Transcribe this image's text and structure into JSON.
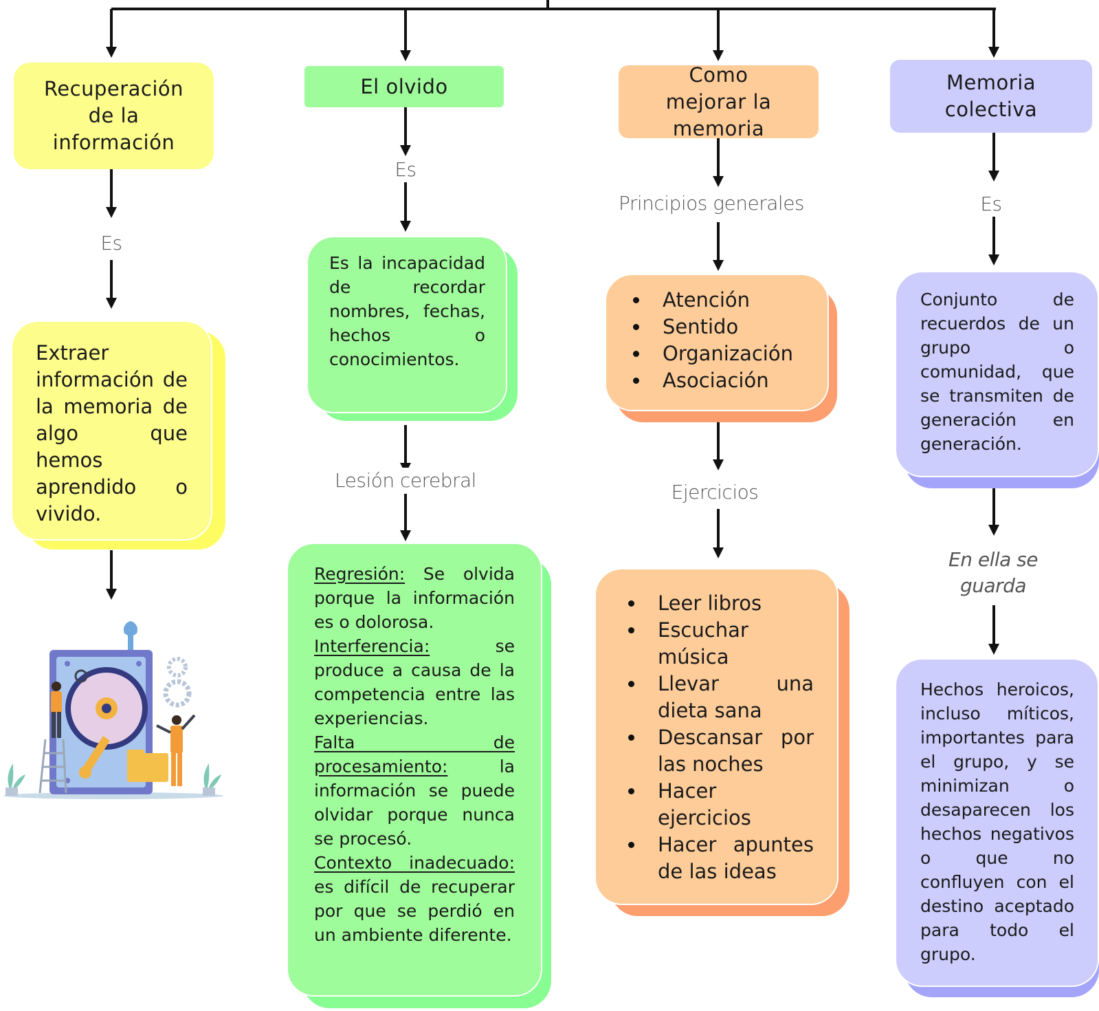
{
  "colors": {
    "yellow": "#fdfd8c",
    "yellow_shadow": "#fdfd63",
    "green": "#9ffc9a",
    "green_shadow": "#87fd92",
    "orange": "#fecc99",
    "orange_shadow": "#fd9e6f",
    "lavender": "#ccccfd",
    "lavender_shadow": "#a4a4fb",
    "line": "#111111"
  },
  "columns": {
    "recuperacion": {
      "title": "Recuperación de la información",
      "link": "Es",
      "text": "Extraer información de la memoria de algo que hemos aprendido o vivido.",
      "illustration_icon": "hard-drive-repair-illustration"
    },
    "olvido": {
      "title": "El olvido",
      "link1": "Es",
      "definition": "Es la incapacidad de recordar nombres, fechas, hechos o conocimientos.",
      "link2": "Lesión cerebral",
      "causes": [
        {
          "term": "Regresión:",
          "text": " Se olvida porque la información es o dolorosa."
        },
        {
          "term": "Interferencia:",
          "text": " se produce a causa de la competencia entre las experiencias."
        },
        {
          "term": "Falta de procesamiento:",
          "text": " la información se puede olvidar porque nunca se procesó."
        },
        {
          "term": "Contexto inadecuado:",
          "text": " es difícil de recuperar por que se perdió en un ambiente diferente."
        }
      ]
    },
    "mejorar": {
      "title": "Como mejorar la memoria",
      "link1": "Principios generales",
      "principles": [
        "Atención",
        "Sentido",
        "Organización",
        "Asociación"
      ],
      "link2": "Ejercicios",
      "exercises": [
        "Leer libros",
        "Escuchar música",
        "Llevar una dieta sana",
        "Descansar por las noches",
        "Hacer ejercicios",
        "Hacer apuntes de las ideas"
      ]
    },
    "colectiva": {
      "title": "Memoria colectiva",
      "link1": "Es",
      "definition": "Conjunto de recuerdos de un grupo o comunidad, que se transmiten de generación en generación.",
      "link2": "En ella se guarda",
      "stored": "Hechos heroicos, incluso míticos, importantes para el grupo, y se minimizan o desaparecen los hechos negativos o que no confluyen con el destino aceptado para todo el grupo."
    }
  }
}
